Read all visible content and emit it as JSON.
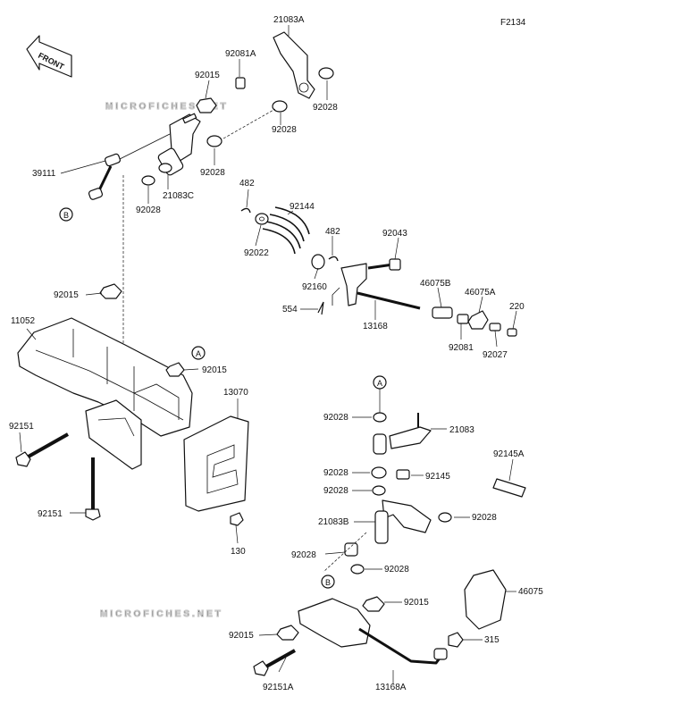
{
  "figure_code": "F2134",
  "orientation_label": "FRONT",
  "watermark": "MICROFICHES.NET",
  "ref_markers": {
    "a": "A",
    "b": "B"
  },
  "callouts": {
    "c21083A": "21083A",
    "c92081A": "92081A",
    "c92015_top": "92015",
    "c92028_a": "92028",
    "c92028_b": "92028",
    "c92028_c": "92028",
    "c39111": "39111",
    "c21083C": "21083C",
    "c92028_d": "92028",
    "c482_a": "482",
    "c92144": "92144",
    "c92022": "92022",
    "c482_b": "482",
    "c92043": "92043",
    "c92160": "92160",
    "c46075B": "46075B",
    "c46075A": "46075A",
    "c220": "220",
    "c554": "554",
    "c13168": "13168",
    "c92081": "92081",
    "c92027": "92027",
    "c92015_mid": "92015",
    "c11052": "11052",
    "c92015_frame": "92015",
    "c13070": "13070",
    "c92151_a": "92151",
    "c92151_b": "92151",
    "c130": "130",
    "c92028_e": "92028",
    "c21083": "21083",
    "c92145A": "92145A",
    "c92028_f": "92028",
    "c92145": "92145",
    "c92028_g": "92028",
    "c21083B": "21083B",
    "c92028_h": "92028",
    "c92028_i": "92028",
    "c92028_j": "92028",
    "c46075": "46075",
    "c92015_low": "92015",
    "c92015_left": "92015",
    "c315": "315",
    "c92151A": "92151A",
    "c13168A": "13168A"
  }
}
